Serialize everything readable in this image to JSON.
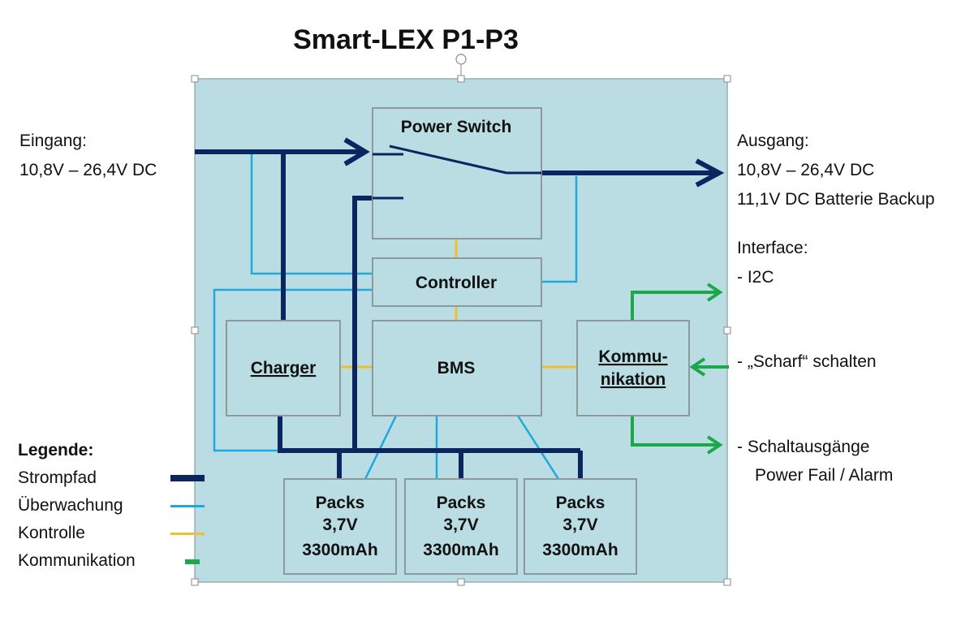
{
  "title": "Smart-LEX P1-P3",
  "input": {
    "line1": "Eingang:",
    "line2": "10,8V – 26,4V DC"
  },
  "output": {
    "line1": "Ausgang:",
    "line2": "10,8V – 26,4V DC",
    "line3": "11,1V DC Batterie Backup"
  },
  "interface": {
    "heading": "Interface:",
    "i2c": "- I2C",
    "arm": "- „Scharf“ schalten",
    "outputs1": "- Schaltausgänge",
    "outputs2": "Power Fail / Alarm"
  },
  "blocks": {
    "power_switch": "Power Switch",
    "controller": "Controller",
    "charger": "Charger",
    "bms": "BMS",
    "komm1": "Kommu-",
    "komm2": "nikation",
    "pack_l1": "Packs",
    "pack_l2": "3,7V",
    "pack_l3": "3300mAh"
  },
  "legend": {
    "heading": "Legende:",
    "items": [
      {
        "label": "Strompfad",
        "color": "#0a2560"
      },
      {
        "label": "Überwachung",
        "color": "#1ea8e0"
      },
      {
        "label": "Kontrolle",
        "color": "#f0be2e"
      },
      {
        "label": "Kommunikation",
        "color": "#1aa84a"
      }
    ]
  },
  "colors": {
    "panel": "#b9dde3",
    "box": "#b9dde3",
    "box_border": "#8c9a9e",
    "power": "#0a2560",
    "monitor": "#1ea8e0",
    "control": "#f0be2e",
    "comm": "#1aa84a"
  }
}
